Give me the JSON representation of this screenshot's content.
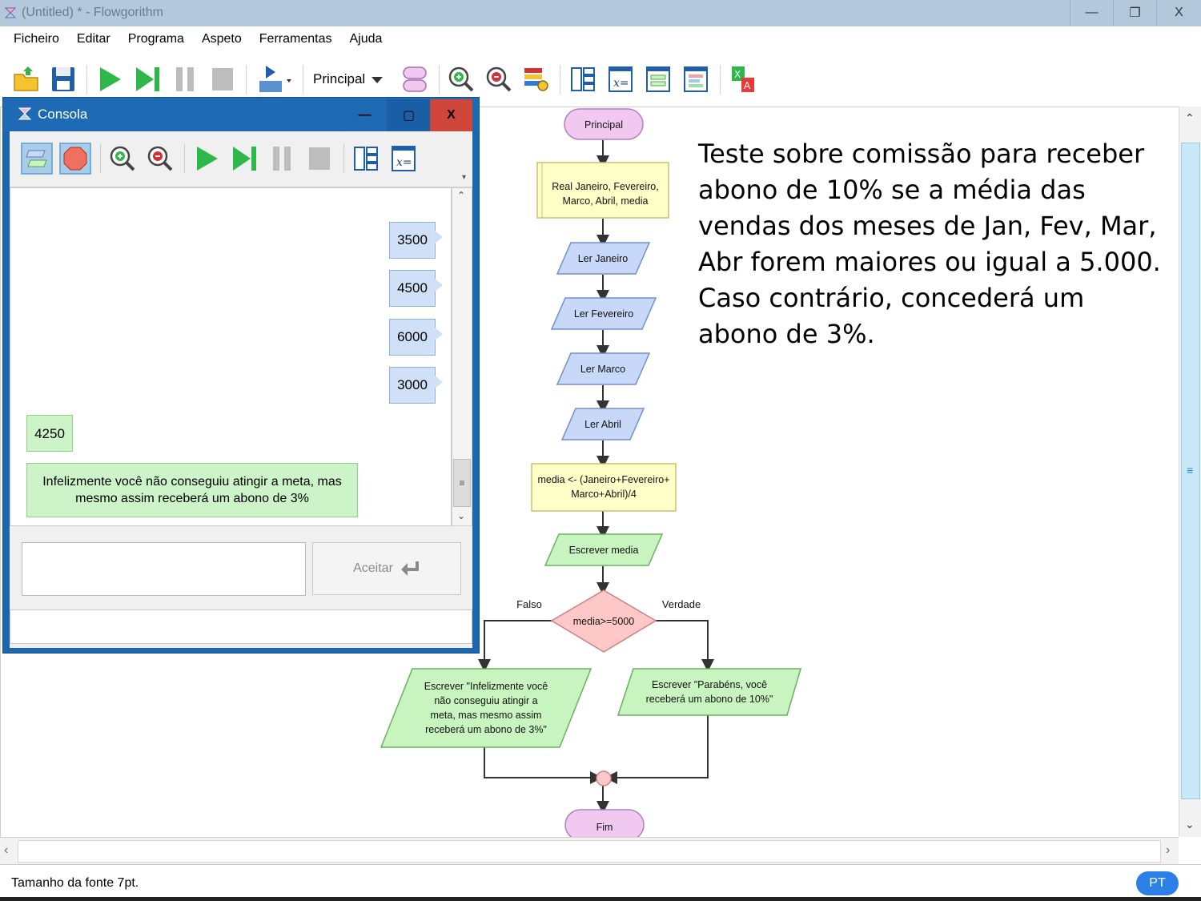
{
  "window": {
    "title": "(Untitled) * - Flowgorithm",
    "controls": [
      "—",
      "❐",
      "X"
    ]
  },
  "menu": [
    "Ficheiro",
    "Editar",
    "Programa",
    "Aspeto",
    "Ferramentas",
    "Ajuda"
  ],
  "toolbar": {
    "function_selector": "Principal"
  },
  "description": "Teste sobre comissão para receber abono de 10% se a média das vendas dos meses de Jan, Fev, Mar, Abr forem maiores ou igual a 5.000. Caso contrário, concederá um abono de 3%.",
  "flowchart": {
    "start": "Principal",
    "declare": [
      "Real Janeiro, Fevereiro,",
      "Marco, Abril, media"
    ],
    "inputs": [
      "Ler Janeiro",
      "Ler Fevereiro",
      "Ler Marco",
      "Ler Abril"
    ],
    "assign": [
      "media <- (Janeiro+Fevereiro+",
      "Marco+Abril)/4"
    ],
    "output_media": "Escrever media",
    "decision": "media>=5000",
    "false_label": "Falso",
    "true_label": "Verdade",
    "false_output": [
      "Escrever \"Infelizmente você",
      "não conseguiu atingir a",
      "meta, mas mesmo assim",
      "receberá um abono de 3%\""
    ],
    "true_output": [
      "Escrever \"Parabéns, você",
      "receberá um abono de 10%\""
    ],
    "end": "Fim"
  },
  "console": {
    "title": "Consola",
    "controls": [
      "—",
      "▢",
      "X"
    ],
    "inputs": [
      "3500",
      "4500",
      "6000",
      "3000"
    ],
    "result": "4250",
    "message": "Infelizmente você não conseguiu atingir a meta, mas mesmo assim receberá um abono de 3%",
    "accept_label": "Aceitar"
  },
  "status": {
    "font_size_text": "Tamanho da fonte 7pt.",
    "language": "PT"
  },
  "colors": {
    "titlebar": "#b4c8dc",
    "console_frame": "#1a66b0",
    "start_end": "#f0c8f0",
    "declare": "#ffffc8",
    "input": "#c8d8f8",
    "output": "#c8f4c0",
    "decision": "#ffc8c8",
    "accent": "#2b80e8"
  }
}
